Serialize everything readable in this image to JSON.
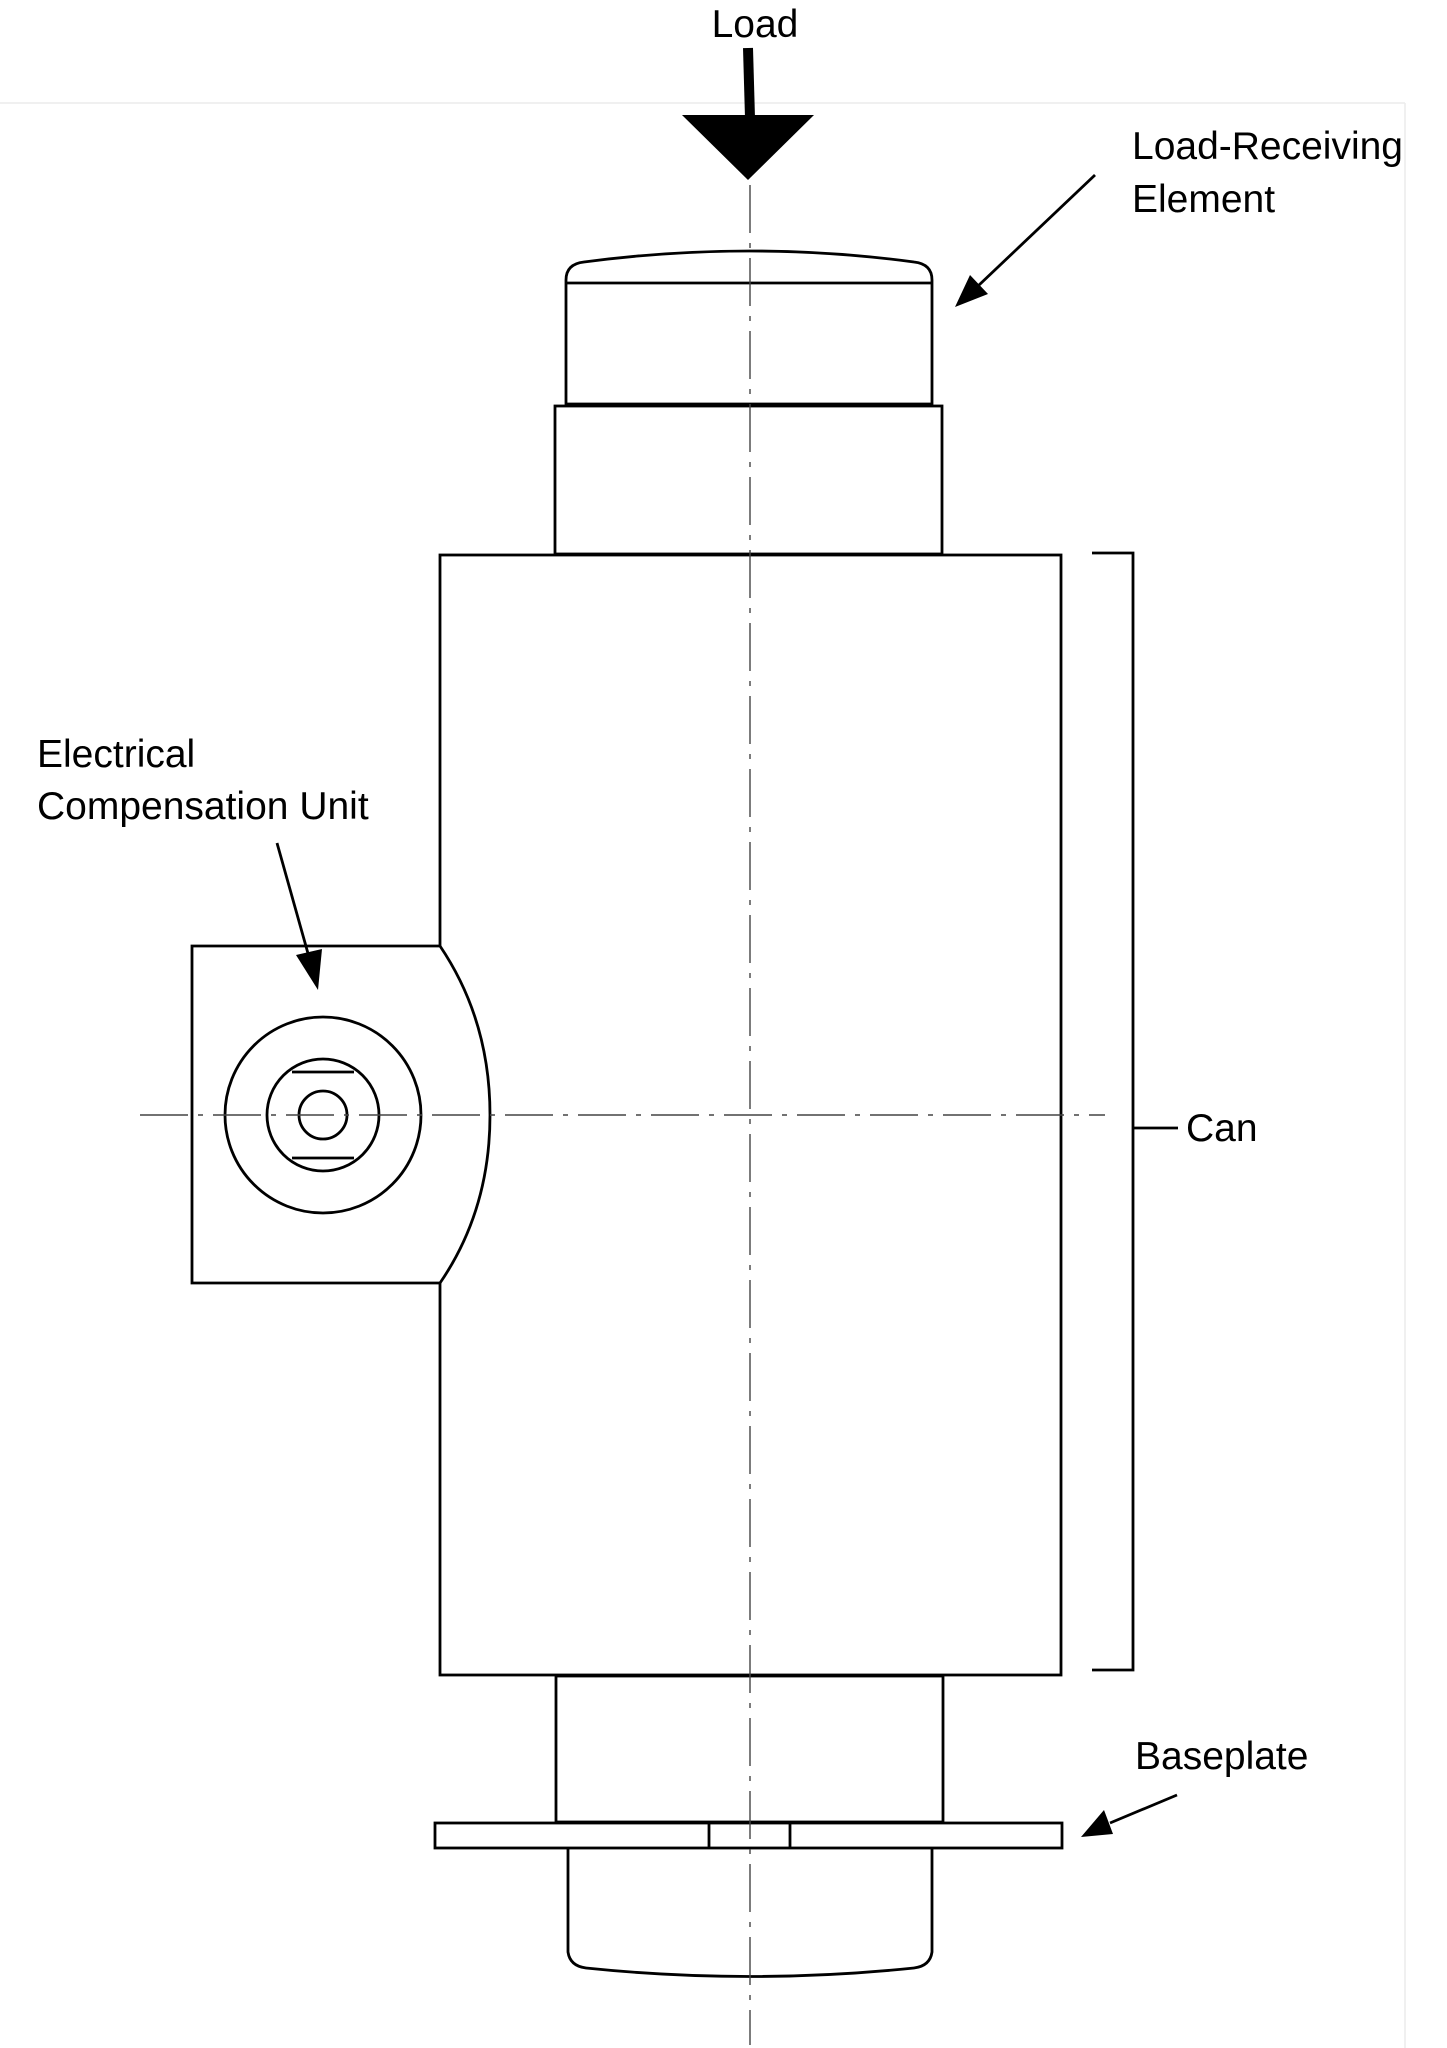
{
  "labels": {
    "load": "Load",
    "load_receiving_line1": "Load-Receiving",
    "load_receiving_line2": "Element",
    "ecu_line1": "Electrical",
    "ecu_line2": "Compensation Unit",
    "can": "Can",
    "baseplate": "Baseplate"
  },
  "colors": {
    "stroke": "#000000",
    "background": "#ffffff"
  }
}
